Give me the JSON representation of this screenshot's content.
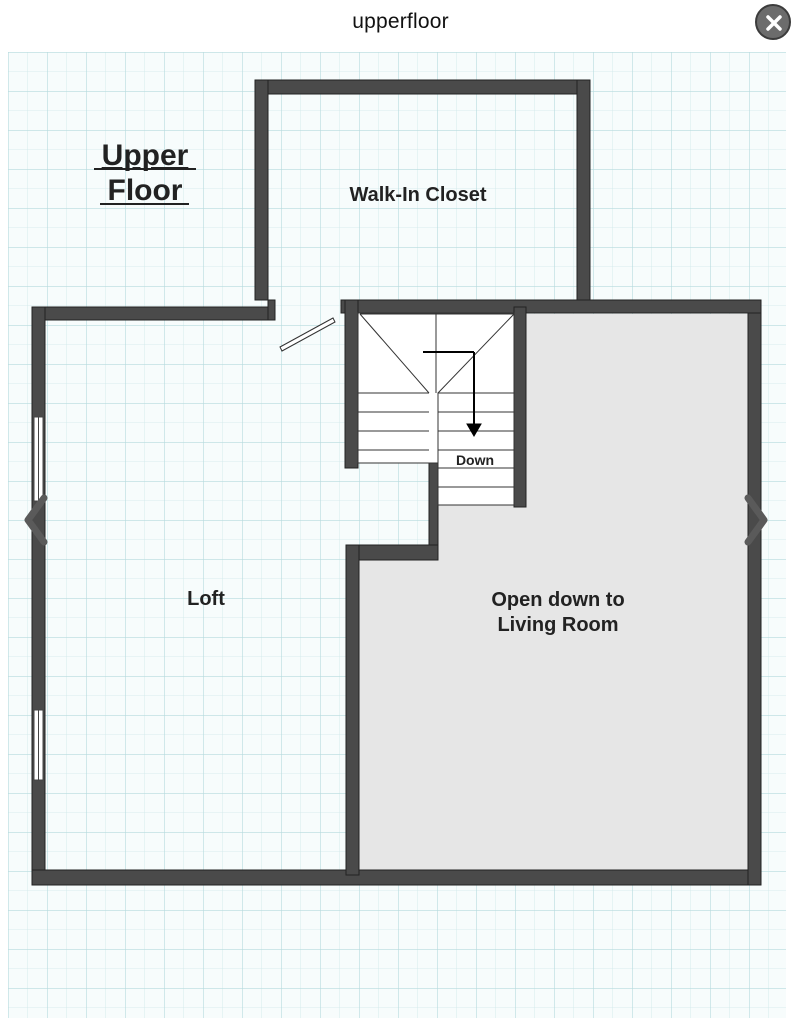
{
  "window": {
    "title": "upperfloor"
  },
  "icons": {
    "close": "close-icon",
    "previous": "chevron-left-icon",
    "next": "chevron-right-icon"
  },
  "plan": {
    "heading_line1": "Upper",
    "heading_line2": "Floor",
    "rooms": {
      "closet": "Walk-In Closet",
      "loft": "Loft",
      "open_line1": "Open down to",
      "open_line2": "Living Room"
    },
    "stair_label": "Down"
  },
  "colors": {
    "grid": "#bfe0e2",
    "wall": "#4a4a4a",
    "open_area": "#e6e6e6",
    "close_button": "#6c6c6c"
  }
}
